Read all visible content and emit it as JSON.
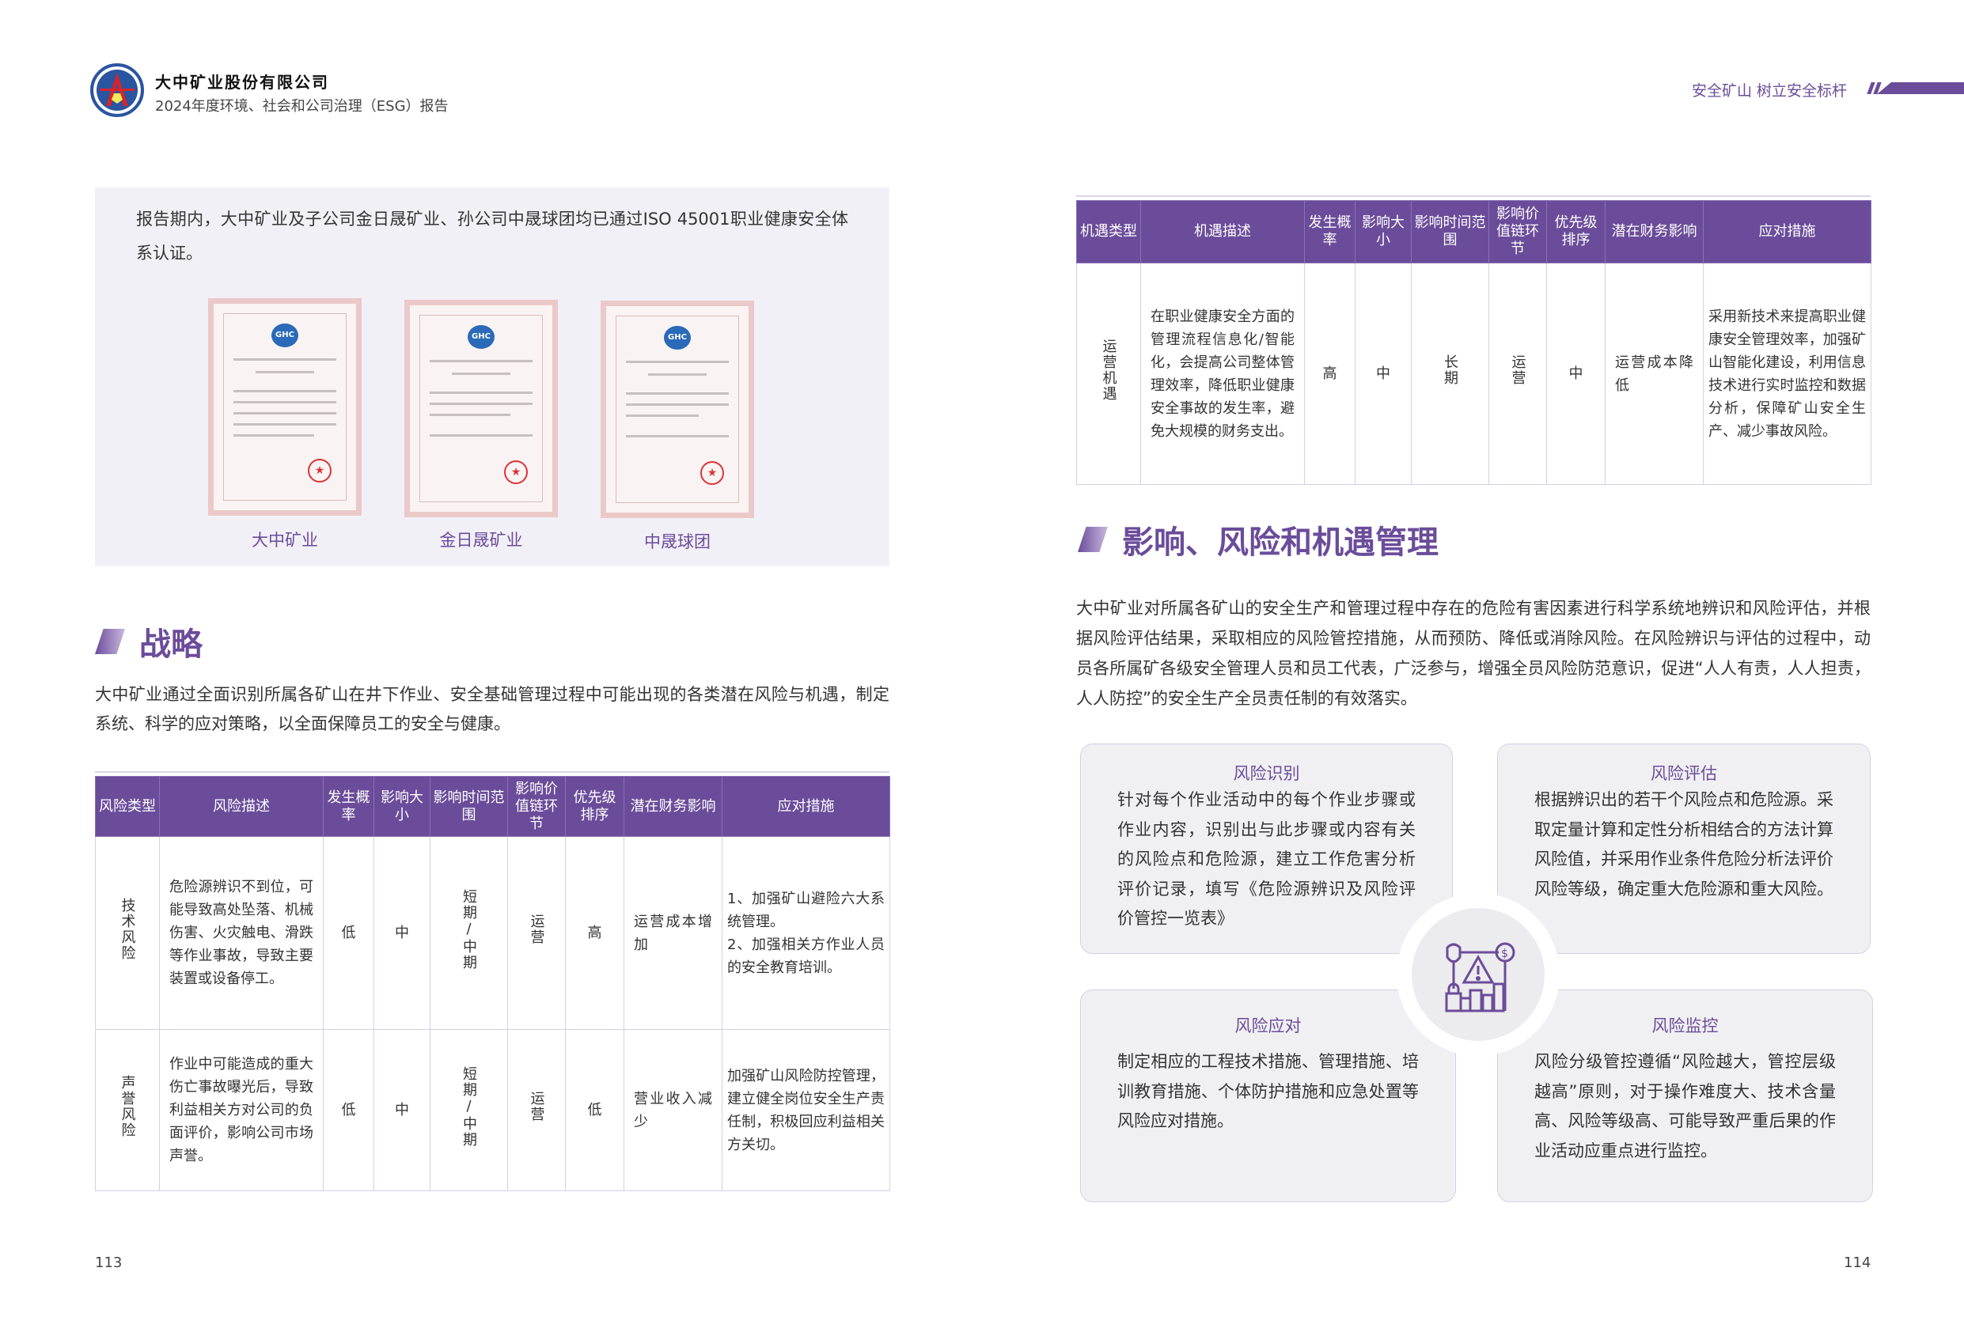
{
  "header": {
    "company": "大中矿业股份有限公司",
    "report_title": "2024年度环境、社会和公司治理（ESG）报告",
    "slogan": "安全矿山 树立安全标杆"
  },
  "certification": {
    "text": "报告期内，大中矿业及子公司金日晟矿业、孙公司中晟球团均已通过ISO 45001职业健康安全体系认证。",
    "certificates": [
      {
        "label": "大中矿业"
      },
      {
        "label": "金日晟矿业"
      },
      {
        "label": "中晟球团"
      }
    ],
    "logo_text": "GHC"
  },
  "strategy": {
    "heading": "战略",
    "text": "大中矿业通过全面识别所属各矿山在井下作业、安全基础管理过程中可能出现的各类潜在风险与机遇，制定系统、科学的应对策略，以全面保障员工的安全与健康。",
    "risk_table": {
      "headers": [
        "风险类型",
        "风险描述",
        "发生概率",
        "影响大小",
        "影响时间范围",
        "影响价值链环节",
        "优先级排序",
        "潜在财务影响",
        "应对措施"
      ],
      "rows": [
        [
          "技术风险",
          "危险源辨识不到位，可能导致高处坠落、机械伤害、火灾触电、滑跌等作业事故，导致主要装置或设备停工。",
          "低",
          "中",
          "短期/中期",
          "运营",
          "高",
          "运营成本增加",
          "1、加强矿山避险六大系统管理。\n2、加强相关方作业人员的安全教育培训。"
        ],
        [
          "声誉风险",
          "作业中可能造成的重大伤亡事故曝光后，导致利益相关方对公司的负面评价，影响公司市场声誉。",
          "低",
          "中",
          "短期/中期",
          "运营",
          "低",
          "营业收入减少",
          "加强矿山风险防控管理，建立健全岗位安全生产责任制，积极回应利益相关方关切。"
        ]
      ]
    },
    "opportunity_table": {
      "headers": [
        "机遇类型",
        "机遇描述",
        "发生概率",
        "影响大小",
        "影响时间范围",
        "影响价值链环节",
        "优先级排序",
        "潜在财务影响",
        "应对措施"
      ],
      "rows": [
        [
          "运营机遇",
          "在职业健康安全方面的管理流程信息化/智能化，会提高公司整体管理效率，降低职业健康安全事故的发生率，避免大规模的财务支出。",
          "高",
          "中",
          "长期",
          "运营",
          "中",
          "运营成本降低",
          "采用新技术来提高职业健康安全管理效率，加强矿山智能化建设，利用信息技术进行实时监控和数据分析，保障矿山安全生产、减少事故风险。"
        ]
      ]
    }
  },
  "management": {
    "heading": "影响、风险和机遇管理",
    "text": "大中矿业对所属各矿山的安全生产和管理过程中存在的危险有害因素进行科学系统地辨识和风险评估，并根据风险评估结果，采取相应的风险管控措施，从而预防、降低或消除风险。在风险辨识与评估的过程中，动员各所属矿各级安全管理人员和员工代表，广泛参与，增强全员风险防范意识，促进“人人有责，人人担责，人人防控”的安全生产全员责任制的有效落实。",
    "cards": [
      {
        "title": "风险识别",
        "text": "针对每个作业活动中的每个作业步骤或作业内容，识别出与此步骤或内容有关的风险点和危险源，建立工作危害分析评价记录，填写《危险源辨识及风险评价管控一览表》"
      },
      {
        "title": "风险评估",
        "text": "根据辨识出的若干个风险点和危险源。采取定量计算和定性分析相结合的方法计算风险值，并采用作业条件危险分析法评价风险等级，确定重大危险源和重大风险。"
      },
      {
        "title": "风险应对",
        "text": "制定相应的工程技术措施、管理措施、培训教育措施、个体防护措施和应急处置等风险应对措施。"
      },
      {
        "title": "风险监控",
        "text": "风险分级管控遵循“风险越大，管控层级越高”原则，对于操作难度大、技术含量高、风险等级高、可能导致严重后果的作业活动应重点进行监控。"
      }
    ]
  },
  "page_numbers": {
    "left": "113",
    "right": "114"
  },
  "colors": {
    "accent": "#6b4c9a",
    "panel": "#f2f0f7"
  }
}
